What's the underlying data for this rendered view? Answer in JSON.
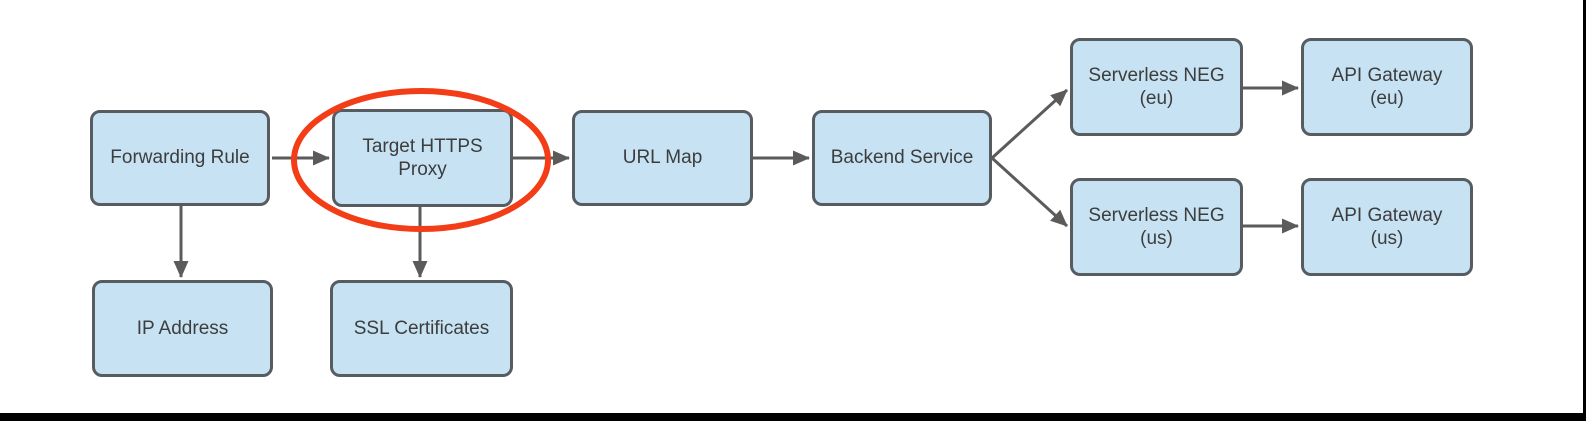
{
  "diagram": {
    "nodes": [
      {
        "id": "forwarding-rule",
        "label": "Forwarding Rule"
      },
      {
        "id": "target-https-proxy",
        "label": "Target HTTPS Proxy"
      },
      {
        "id": "url-map",
        "label": "URL Map"
      },
      {
        "id": "backend-service",
        "label": "Backend Service"
      },
      {
        "id": "serverless-neg-eu",
        "label": "Serverless NEG (eu)"
      },
      {
        "id": "api-gateway-eu",
        "label": "API Gateway (eu)"
      },
      {
        "id": "serverless-neg-us",
        "label": "Serverless NEG (us)"
      },
      {
        "id": "api-gateway-us",
        "label": "API Gateway (us)"
      },
      {
        "id": "ip-address",
        "label": "IP Address"
      },
      {
        "id": "ssl-certificates",
        "label": "SSL Certificates"
      }
    ],
    "edges": [
      {
        "from": "Forwarding Rule",
        "to": "Target HTTPS Proxy"
      },
      {
        "from": "Target HTTPS Proxy",
        "to": "URL Map"
      },
      {
        "from": "URL Map",
        "to": "Backend Service"
      },
      {
        "from": "Backend Service",
        "to": "Serverless NEG (eu)"
      },
      {
        "from": "Backend Service",
        "to": "Serverless NEG (us)"
      },
      {
        "from": "Serverless NEG (eu)",
        "to": "API Gateway (eu)"
      },
      {
        "from": "Serverless NEG (us)",
        "to": "API Gateway (us)"
      },
      {
        "from": "Forwarding Rule",
        "to": "IP Address"
      },
      {
        "from": "Target HTTPS Proxy",
        "to": "SSL Certificates"
      }
    ],
    "annotation": {
      "type": "ellipse-highlight",
      "around": "Target HTTPS Proxy"
    },
    "colors": {
      "node-fill": "#c6e2f3",
      "node-border": "#575c61",
      "arrow": "#5b5b5b",
      "highlight": "#f23d17",
      "text": "#3d3d3d"
    }
  }
}
